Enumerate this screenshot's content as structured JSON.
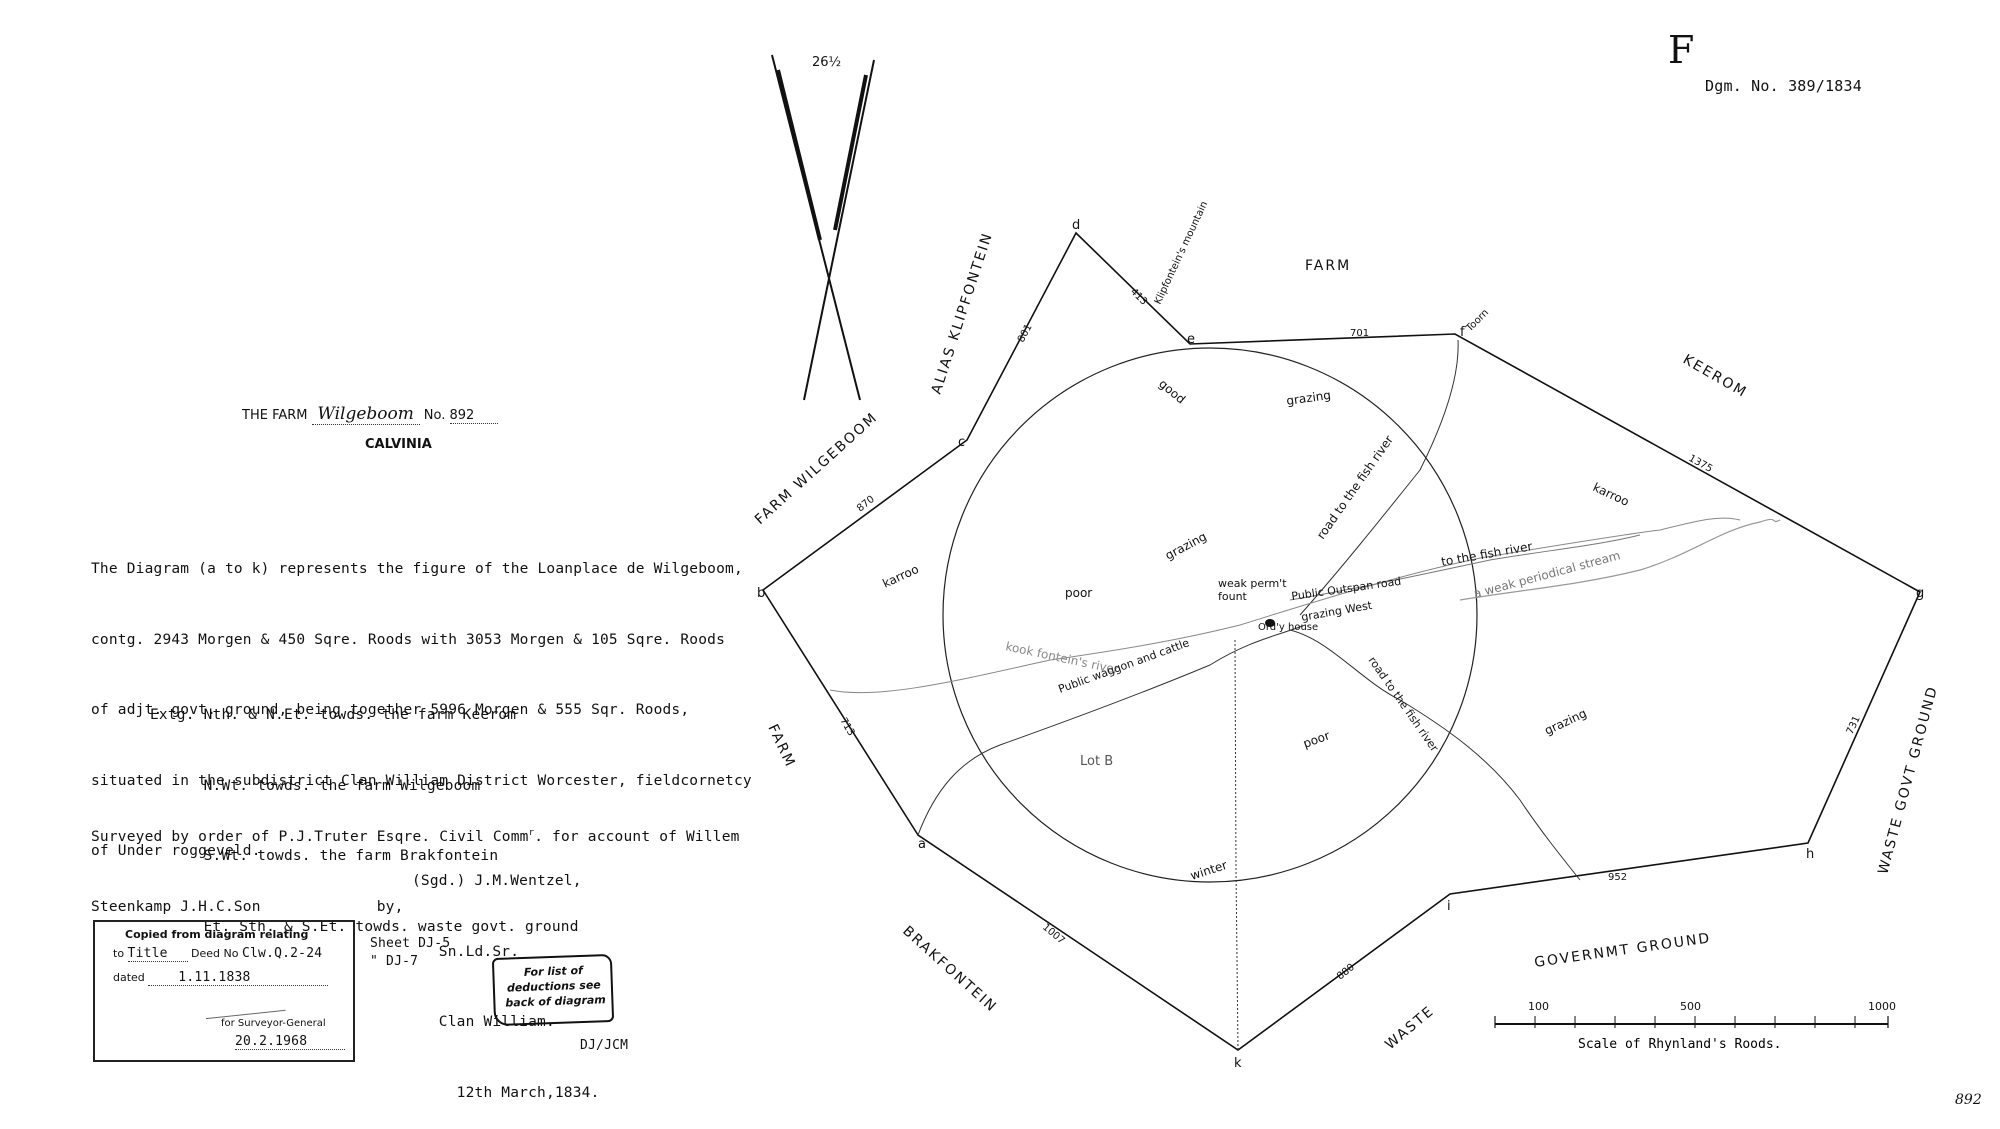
{
  "letter": "F",
  "diagram_number": "Dgm. No. 389/1834",
  "farm_header": {
    "prefix": "THE FARM",
    "name": "Wilgeboom",
    "no_label": "No.",
    "number": "892",
    "district": "CALVINIA"
  },
  "description": [
    "The Diagram (a to k) represents the figure of the Loanplace de Wilgeboom,",
    "contg. 2943 Morgen & 450 Sqre. Roods with 3053 Morgen & 105 Sqre. Roods",
    "of adjt. govt. ground, being together 5996 Morgen & 555 Sqr. Roods,",
    "situated in the subdistrict Clan William District Worcester, fieldcornetcy",
    "of Under roggeveld."
  ],
  "extents": [
    "Extg. Nth. & N.Et. towds. the farm Keerom",
    "      N.Wt. towds. the farm Wilgeboom",
    "      S.Wt. towds. the farm Brakfontein",
    "      Et. Sth. & S.Et. towds. waste govt. ground"
  ],
  "survey": {
    "line1": "Surveyed by order of P.J.Truter Esqre. Civil Comm",
    "line1_sup": "r",
    "line1_end": ". for account of Willem",
    "line2": "Steenkamp J.H.C.Son             by,",
    "signature": [
      "(Sgd.) J.M.Wentzel,",
      "   Sn.Ld.Sr.",
      "   Clan William.",
      "     12th March,1834."
    ]
  },
  "copied_stamp": {
    "title": "Copied from diagram relating",
    "to_label": "to",
    "to_value": "Title",
    "deed_label": "Deed No",
    "deed_value": "Clw.Q.2-24",
    "dated_label": "dated",
    "dated_value": "1.11.1838",
    "surveyor_label": "for Surveyor-General",
    "surveyor_date": "20.2.1968"
  },
  "sheets": [
    "Sheet DJ-5",
    "\"   DJ-7"
  ],
  "deductions_stamp": [
    "For list of",
    "deductions see",
    "back of diagram"
  ],
  "initials": "DJ/JCM",
  "page_number": "892",
  "north_arrow_label": "26½",
  "scale": {
    "ticks": [
      "100",
      "500",
      "1000"
    ],
    "caption": "Scale of Rhynland's Roods."
  },
  "map": {
    "vertices": [
      "a",
      "b",
      "c",
      "d",
      "e",
      "f",
      "g",
      "h",
      "i",
      "k"
    ],
    "f_note": "Toorn",
    "edge_lengths": [
      "870",
      "801",
      "413",
      "701",
      "1375",
      "731",
      "952",
      "880",
      "1007",
      "713"
    ],
    "neighbours": {
      "farm_top": "FARM",
      "keerom": "KEEROM",
      "klipfontein": "ALIAS KLIPFONTEIN",
      "wilgeboom": "FARM WILGEBOOM",
      "farm_left": "FARM",
      "brakfontein": "BRAKFONTEIN",
      "waste_left": "WASTE",
      "govt_ground": "GOVERNMT GROUND",
      "waste_right": "WASTE GOVT GROUND"
    },
    "labels": {
      "klipfontein_mountain": "Klipfontein's mountain",
      "good": "good",
      "grazing_top": "grazing",
      "road_fish_top": "road to the fish river",
      "karroo_right": "karroo",
      "karroo_left": "karroo",
      "poor_top": "poor",
      "grazing_mid": "grazing",
      "weak_perm": "weak perm't",
      "fount": "fount",
      "public_outspan": "Public Outspan road",
      "to_fish_river": "to the fish river",
      "weak_stream": "a weak periodical stream",
      "grazing_west": "grazing West",
      "ordy_house": "Ord'y house",
      "kook_fontein": "kook fontein's river",
      "public_waggon": "Public waggon and cattle",
      "road_fish_bottom": "road to the fish river",
      "grazing_right": "grazing",
      "lot_b": "Lot B",
      "poor_bottom": "poor",
      "winter": "winter"
    }
  }
}
